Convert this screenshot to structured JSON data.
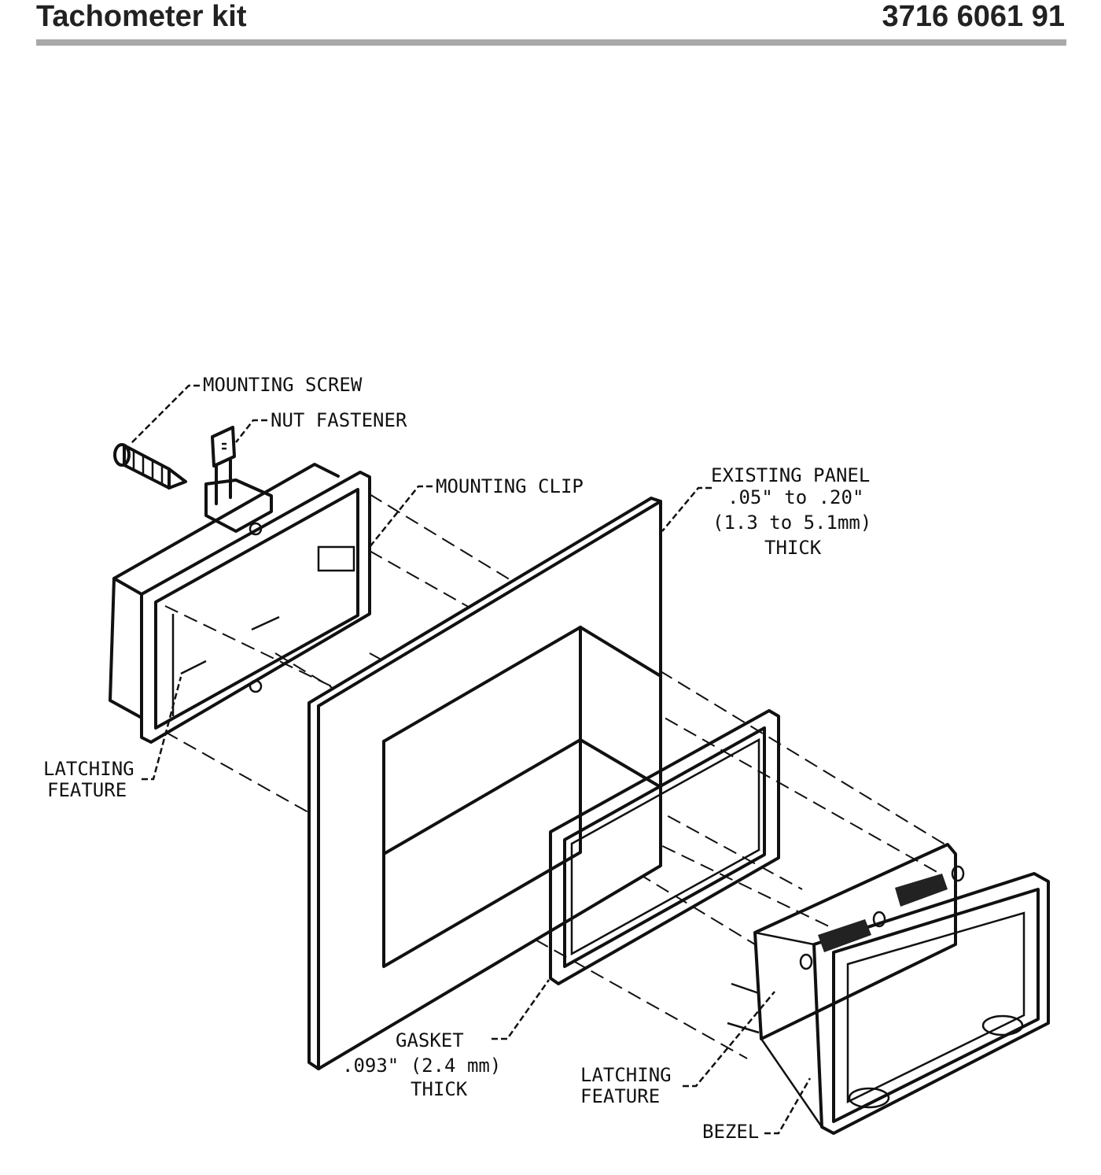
{
  "header": {
    "title": "Tachometer kit",
    "code": "3716 6061 91",
    "rule_color": "#a9a9a9"
  },
  "labels": {
    "mounting_screw": "MOUNTING SCREW",
    "nut_fastener": "NUT FASTENER",
    "mounting_clip": "MOUNTING CLIP",
    "existing_panel": "EXISTING PANEL",
    "panel_thickness_in": ".05\" to .20\"",
    "panel_thickness_mm": "(1.3 to 5.1mm)",
    "panel_thick": "THICK",
    "latching_feature_left_1": "LATCHING",
    "latching_feature_left_2": "FEATURE",
    "gasket": "GASKET",
    "gasket_thickness": ".093\" (2.4 mm)",
    "gasket_thick": "THICK",
    "latching_feature_right_1": "LATCHING",
    "latching_feature_right_2": "FEATURE",
    "bezel": "BEZEL"
  }
}
